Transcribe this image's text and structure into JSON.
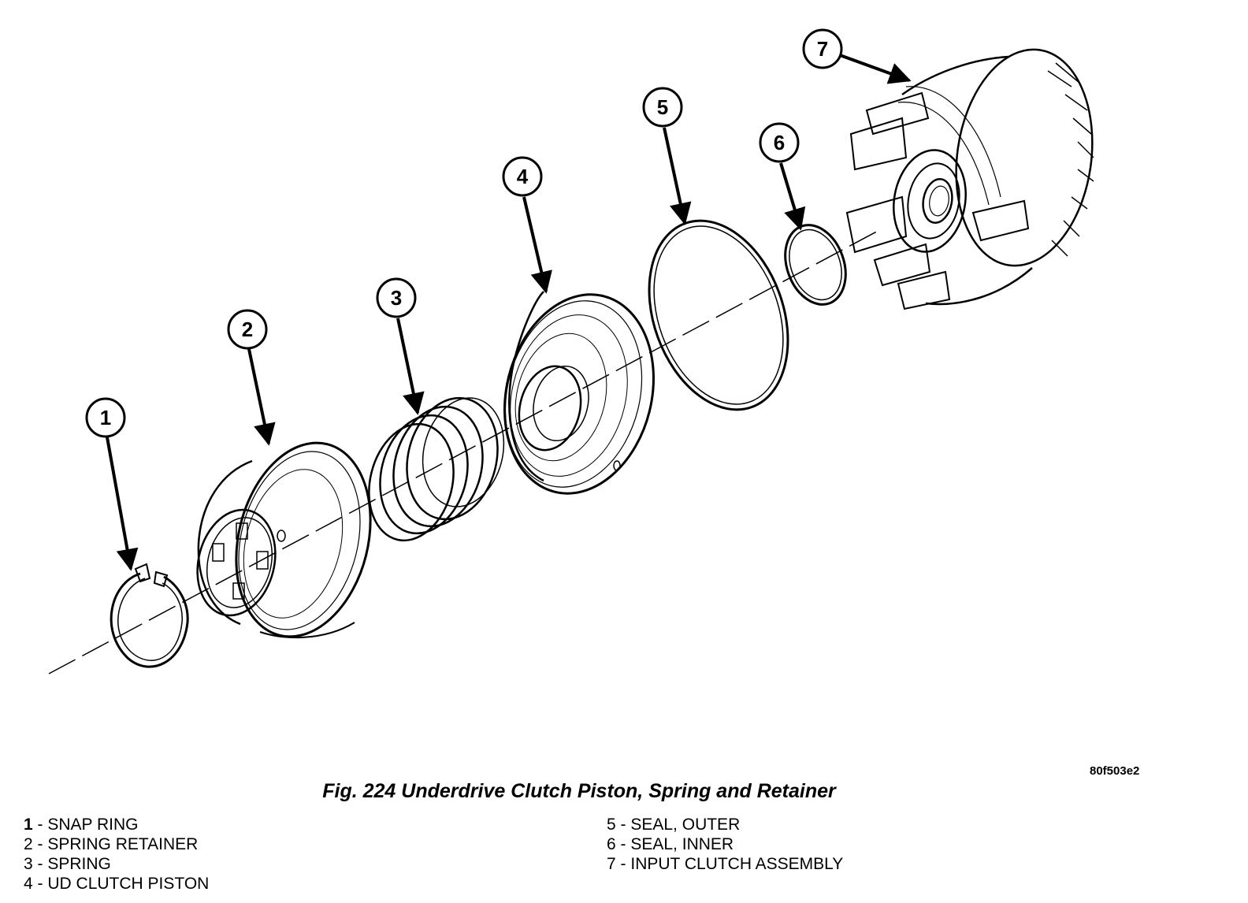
{
  "figure": {
    "ref_code": "80f503e2",
    "caption": "Fig. 224 Underdrive Clutch Piston, Spring and Retainer"
  },
  "callouts": [
    "1",
    "2",
    "3",
    "4",
    "5",
    "6",
    "7"
  ],
  "legend": {
    "left": [
      {
        "num": "1",
        "sep": " - ",
        "text": "SNAP RING"
      },
      {
        "num": "2",
        "sep": " - ",
        "text": "SPRING RETAINER"
      },
      {
        "num": "3",
        "sep": " - ",
        "text": "SPRING"
      },
      {
        "num": "4",
        "sep": " - ",
        "text": "UD CLUTCH PISTON"
      }
    ],
    "right": [
      {
        "num": "5",
        "sep": " - ",
        "text": "SEAL, OUTER"
      },
      {
        "num": "6",
        "sep": " - ",
        "text": "SEAL, INNER"
      },
      {
        "num": "7",
        "sep": " - ",
        "text": "INPUT CLUTCH ASSEMBLY"
      }
    ]
  },
  "colors": {
    "line": "#000000",
    "background": "#ffffff"
  }
}
